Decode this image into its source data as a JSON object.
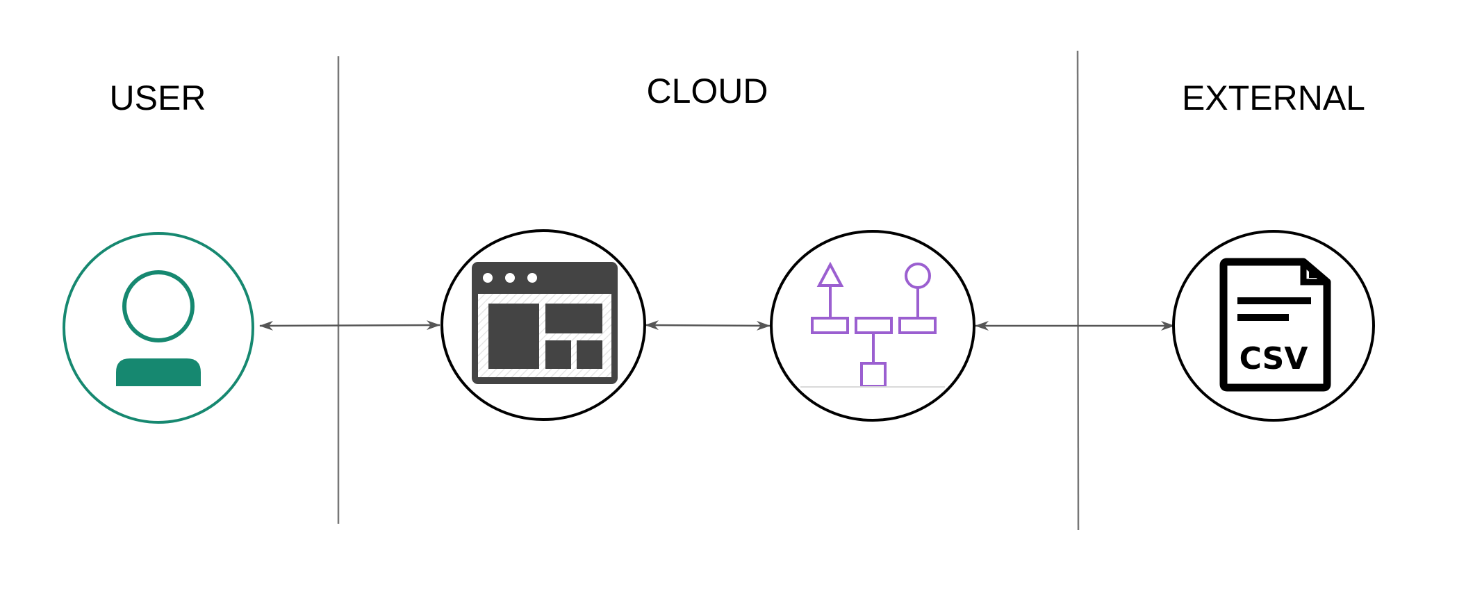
{
  "zones": {
    "user": "USER",
    "cloud": "CLOUD",
    "external": "EXTERNAL"
  },
  "nodes": [
    {
      "id": "user",
      "icon": "user-icon",
      "border_color": "#168870"
    },
    {
      "id": "web-app",
      "icon": "browser-window-icon",
      "border_color": "#000000"
    },
    {
      "id": "workflow",
      "icon": "workflow-icon",
      "border_color": "#000000"
    },
    {
      "id": "csv-file",
      "icon": "csv-file-icon",
      "border_color": "#000000"
    }
  ],
  "connections": [
    {
      "from": "user",
      "to": "web-app",
      "direction": "bidirectional"
    },
    {
      "from": "web-app",
      "to": "workflow",
      "direction": "bidirectional"
    },
    {
      "from": "workflow",
      "to": "csv-file",
      "direction": "bidirectional"
    }
  ],
  "icons": {
    "csv_label": "CSV"
  },
  "colors": {
    "user_accent": "#168870",
    "workflow_accent": "#9B5FD0",
    "browser_dark": "#444444",
    "connector": "#555555",
    "divider": "#777777"
  }
}
